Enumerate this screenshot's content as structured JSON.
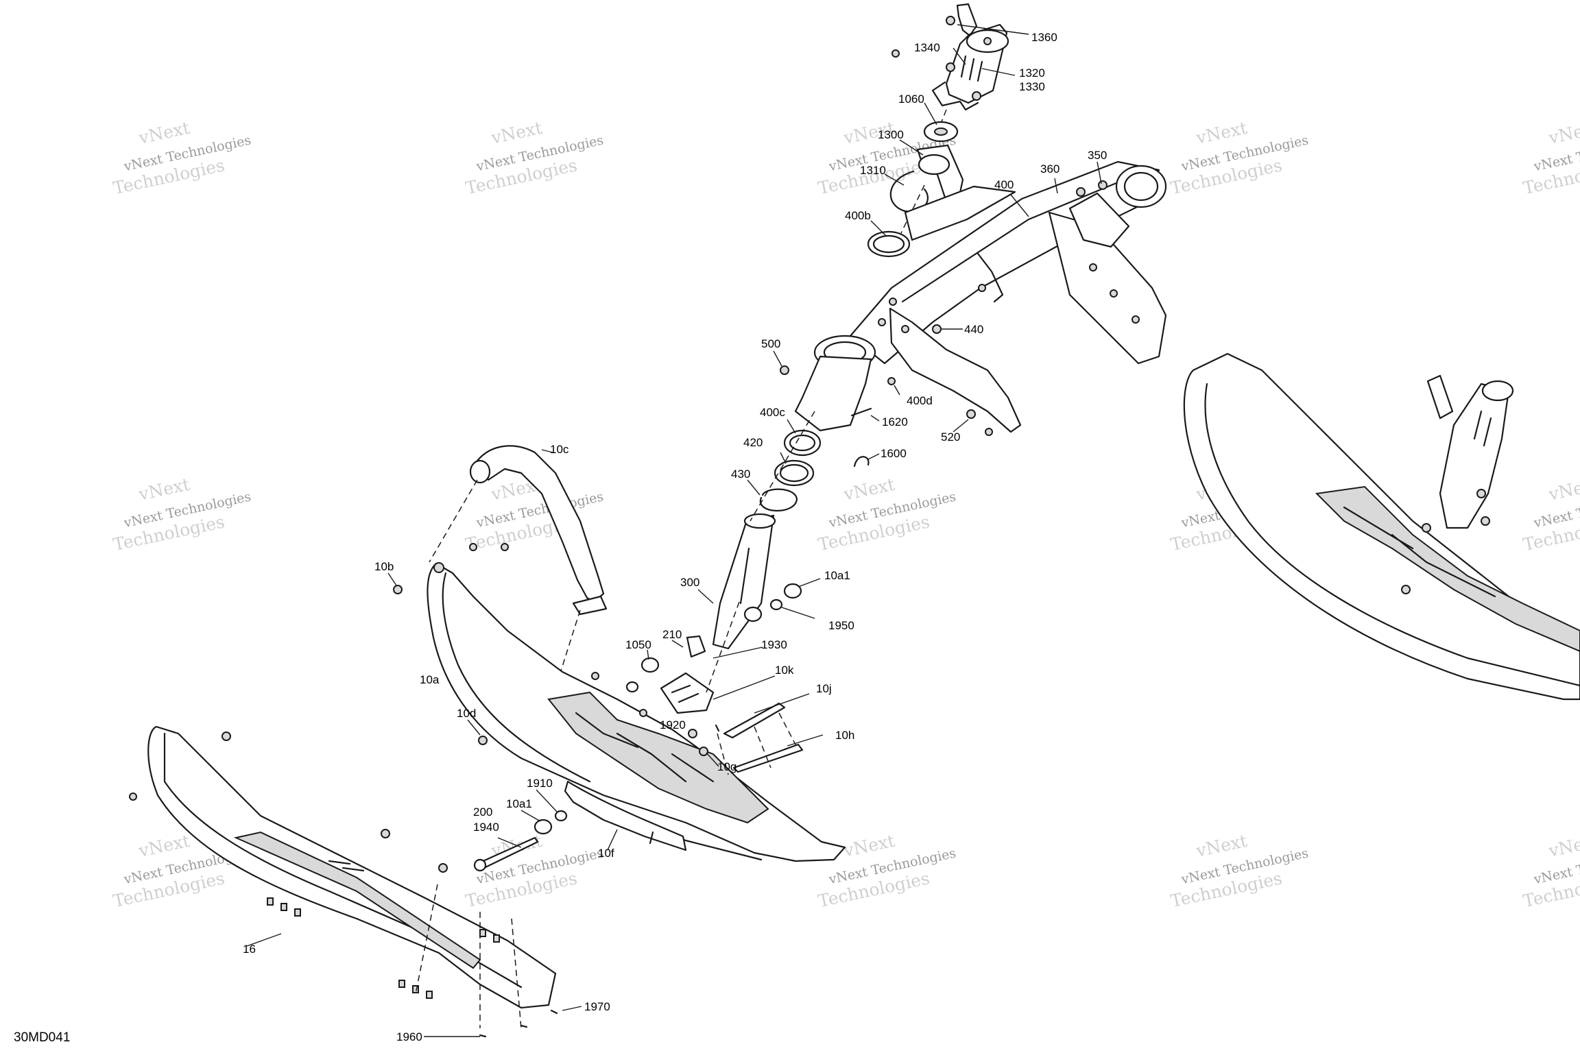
{
  "diagram_code": "30MD041",
  "watermark": {
    "line1": "vNext Technologies",
    "line2": "Technologies",
    "overlay": "vNext"
  },
  "callouts": [
    {
      "id": "1360",
      "text": "1360"
    },
    {
      "id": "1340",
      "text": "1340"
    },
    {
      "id": "1320",
      "text": "1320"
    },
    {
      "id": "1330",
      "text": "1330"
    },
    {
      "id": "1060",
      "text": "1060"
    },
    {
      "id": "1300",
      "text": "1300"
    },
    {
      "id": "1310",
      "text": "1310"
    },
    {
      "id": "400b",
      "text": "400b"
    },
    {
      "id": "360",
      "text": "360"
    },
    {
      "id": "350",
      "text": "350"
    },
    {
      "id": "400",
      "text": "400"
    },
    {
      "id": "440",
      "text": "440"
    },
    {
      "id": "500",
      "text": "500"
    },
    {
      "id": "400d",
      "text": "400d"
    },
    {
      "id": "400c",
      "text": "400c"
    },
    {
      "id": "1620",
      "text": "1620"
    },
    {
      "id": "520",
      "text": "520"
    },
    {
      "id": "420",
      "text": "420"
    },
    {
      "id": "1600",
      "text": "1600"
    },
    {
      "id": "430",
      "text": "430"
    },
    {
      "id": "10c",
      "text": "10c"
    },
    {
      "id": "300",
      "text": "300"
    },
    {
      "id": "10a1-top",
      "text": "10a1"
    },
    {
      "id": "1950",
      "text": "1950"
    },
    {
      "id": "10b",
      "text": "10b"
    },
    {
      "id": "210",
      "text": "210"
    },
    {
      "id": "1050",
      "text": "1050"
    },
    {
      "id": "1930",
      "text": "1930"
    },
    {
      "id": "10a",
      "text": "10a"
    },
    {
      "id": "10k",
      "text": "10k"
    },
    {
      "id": "10j",
      "text": "10j"
    },
    {
      "id": "10d",
      "text": "10d"
    },
    {
      "id": "1920",
      "text": "1920"
    },
    {
      "id": "10h",
      "text": "10h"
    },
    {
      "id": "10g",
      "text": "10g"
    },
    {
      "id": "1910",
      "text": "1910"
    },
    {
      "id": "10a1-bottom",
      "text": "10a1"
    },
    {
      "id": "200",
      "text": "200"
    },
    {
      "id": "1940",
      "text": "1940"
    },
    {
      "id": "10f",
      "text": "10f"
    },
    {
      "id": "16",
      "text": "16"
    },
    {
      "id": "1970",
      "text": "1970"
    },
    {
      "id": "1960",
      "text": "1960"
    }
  ]
}
